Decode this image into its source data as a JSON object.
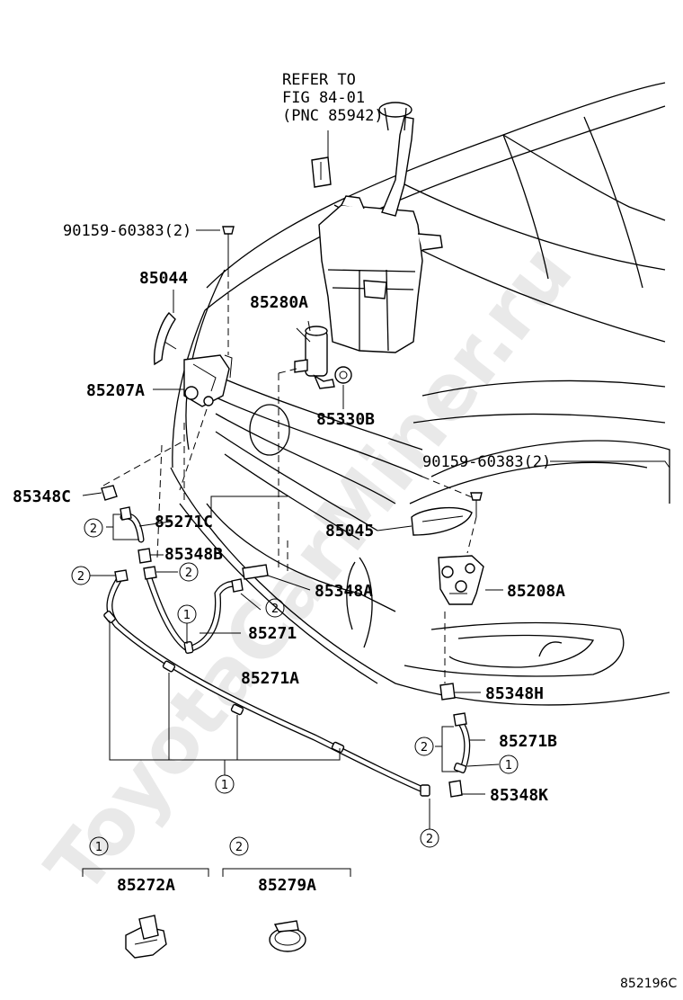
{
  "watermark": "ToyotaCarMiner.ru",
  "refer_note": {
    "line1": "REFER TO",
    "line2": "FIG 84-01",
    "line3": "(PNC 85942)"
  },
  "labels": {
    "bolt_left": "90159-60383(2)",
    "bolt_right": "90159-60383(2)",
    "p85044": "85044",
    "p85280A": "85280A",
    "p85207A": "85207A",
    "p85330B": "85330B",
    "p85348C": "85348C",
    "p85271C": "85271C",
    "p85045": "85045",
    "p85348B": "85348B",
    "p85208A": "85208A",
    "p85348A": "85348A",
    "p85271": "85271",
    "p85271A": "85271A",
    "p85348H": "85348H",
    "p85271B": "85271B",
    "p85348K": "85348K"
  },
  "callout_numbers": {
    "one": "1",
    "two": "2"
  },
  "legend": {
    "item1": {
      "number": "1",
      "part": "85272A"
    },
    "item2": {
      "number": "2",
      "part": "85279A"
    }
  },
  "figure_code": "852196C"
}
